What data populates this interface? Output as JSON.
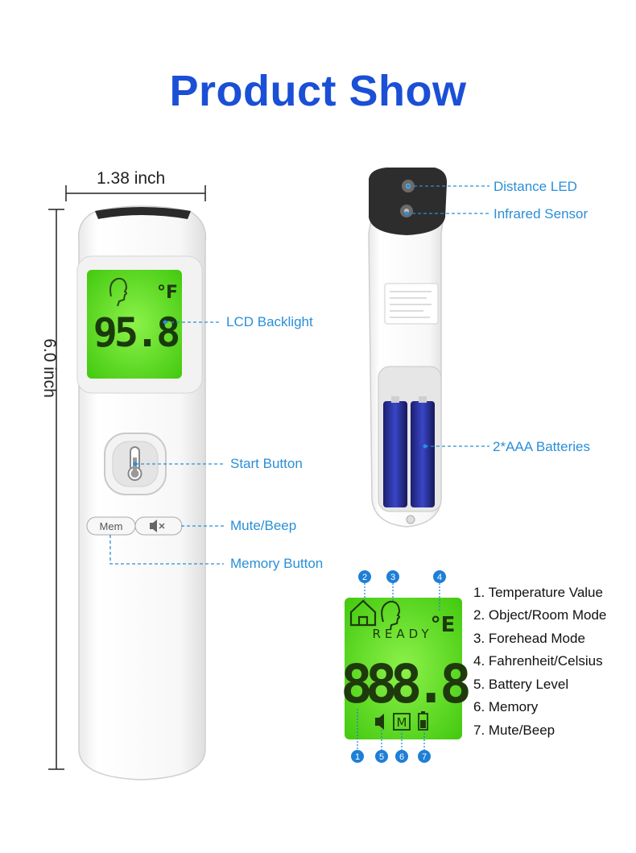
{
  "title": "Product Show",
  "dimensions": {
    "width": "1.38 inch",
    "height": "6.0 inch"
  },
  "front_display": {
    "reading": "95.8",
    "unit": "°F"
  },
  "front_buttons": {
    "mem_label": "Mem"
  },
  "callouts": {
    "lcd_backlight": "LCD Backlight",
    "start_button": "Start Button",
    "mute_beep": "Mute/Beep",
    "memory_button": "Memory Button",
    "distance_led": "Distance LED",
    "infrared_sensor": "Infrared Sensor",
    "batteries": "2*AAA Batteries"
  },
  "lcd_detail": {
    "ready_text": "READY",
    "digits": "888.8",
    "mode_letter": "M",
    "markers": [
      "1",
      "2",
      "3",
      "4",
      "5",
      "6",
      "7"
    ]
  },
  "legend": [
    "1. Temperature Value",
    "2. Object/Room Mode",
    "3. Forehead Mode",
    "4. Fahrenheit/Celsius",
    "5. Battery Level",
    "6. Memory",
    "7. Mute/Beep"
  ],
  "colors": {
    "title": "#1a4fd6",
    "callout": "#2a8fd8",
    "lcd_green": "#55e21e"
  },
  "icons": [
    "home-icon",
    "head-icon",
    "thermometer-icon",
    "speaker-mute-icon",
    "battery-icon"
  ]
}
